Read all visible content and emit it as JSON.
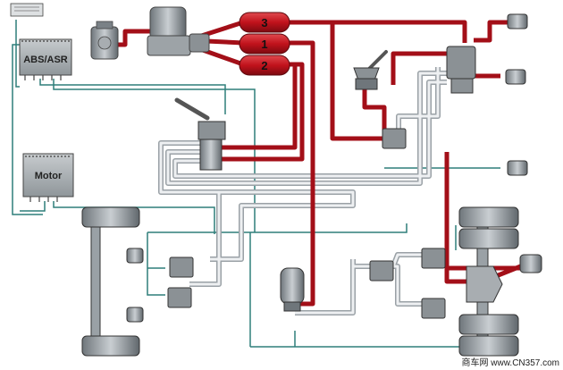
{
  "diagram": {
    "ecus": [
      {
        "label": "ABS/ASR"
      },
      {
        "label": "Motor"
      }
    ],
    "tanks": [
      {
        "label": "3"
      },
      {
        "label": "1"
      },
      {
        "label": "2"
      }
    ],
    "watermark": "商车网 www.CN357.com"
  },
  "colors": {
    "pneumatic_red": "#b5121b",
    "pipe_grey": "#c9ced3",
    "electric_teal": "#2f7f7a",
    "component_grey": "#8d9499"
  },
  "icons": [
    "sensor-icon",
    "air-compressor-icon",
    "air-dryer-icon",
    "brake-pedal-icon",
    "hand-brake-valve-icon",
    "relay-valve-icon",
    "brake-chamber-icon",
    "wheel-icon",
    "axle-icon"
  ]
}
